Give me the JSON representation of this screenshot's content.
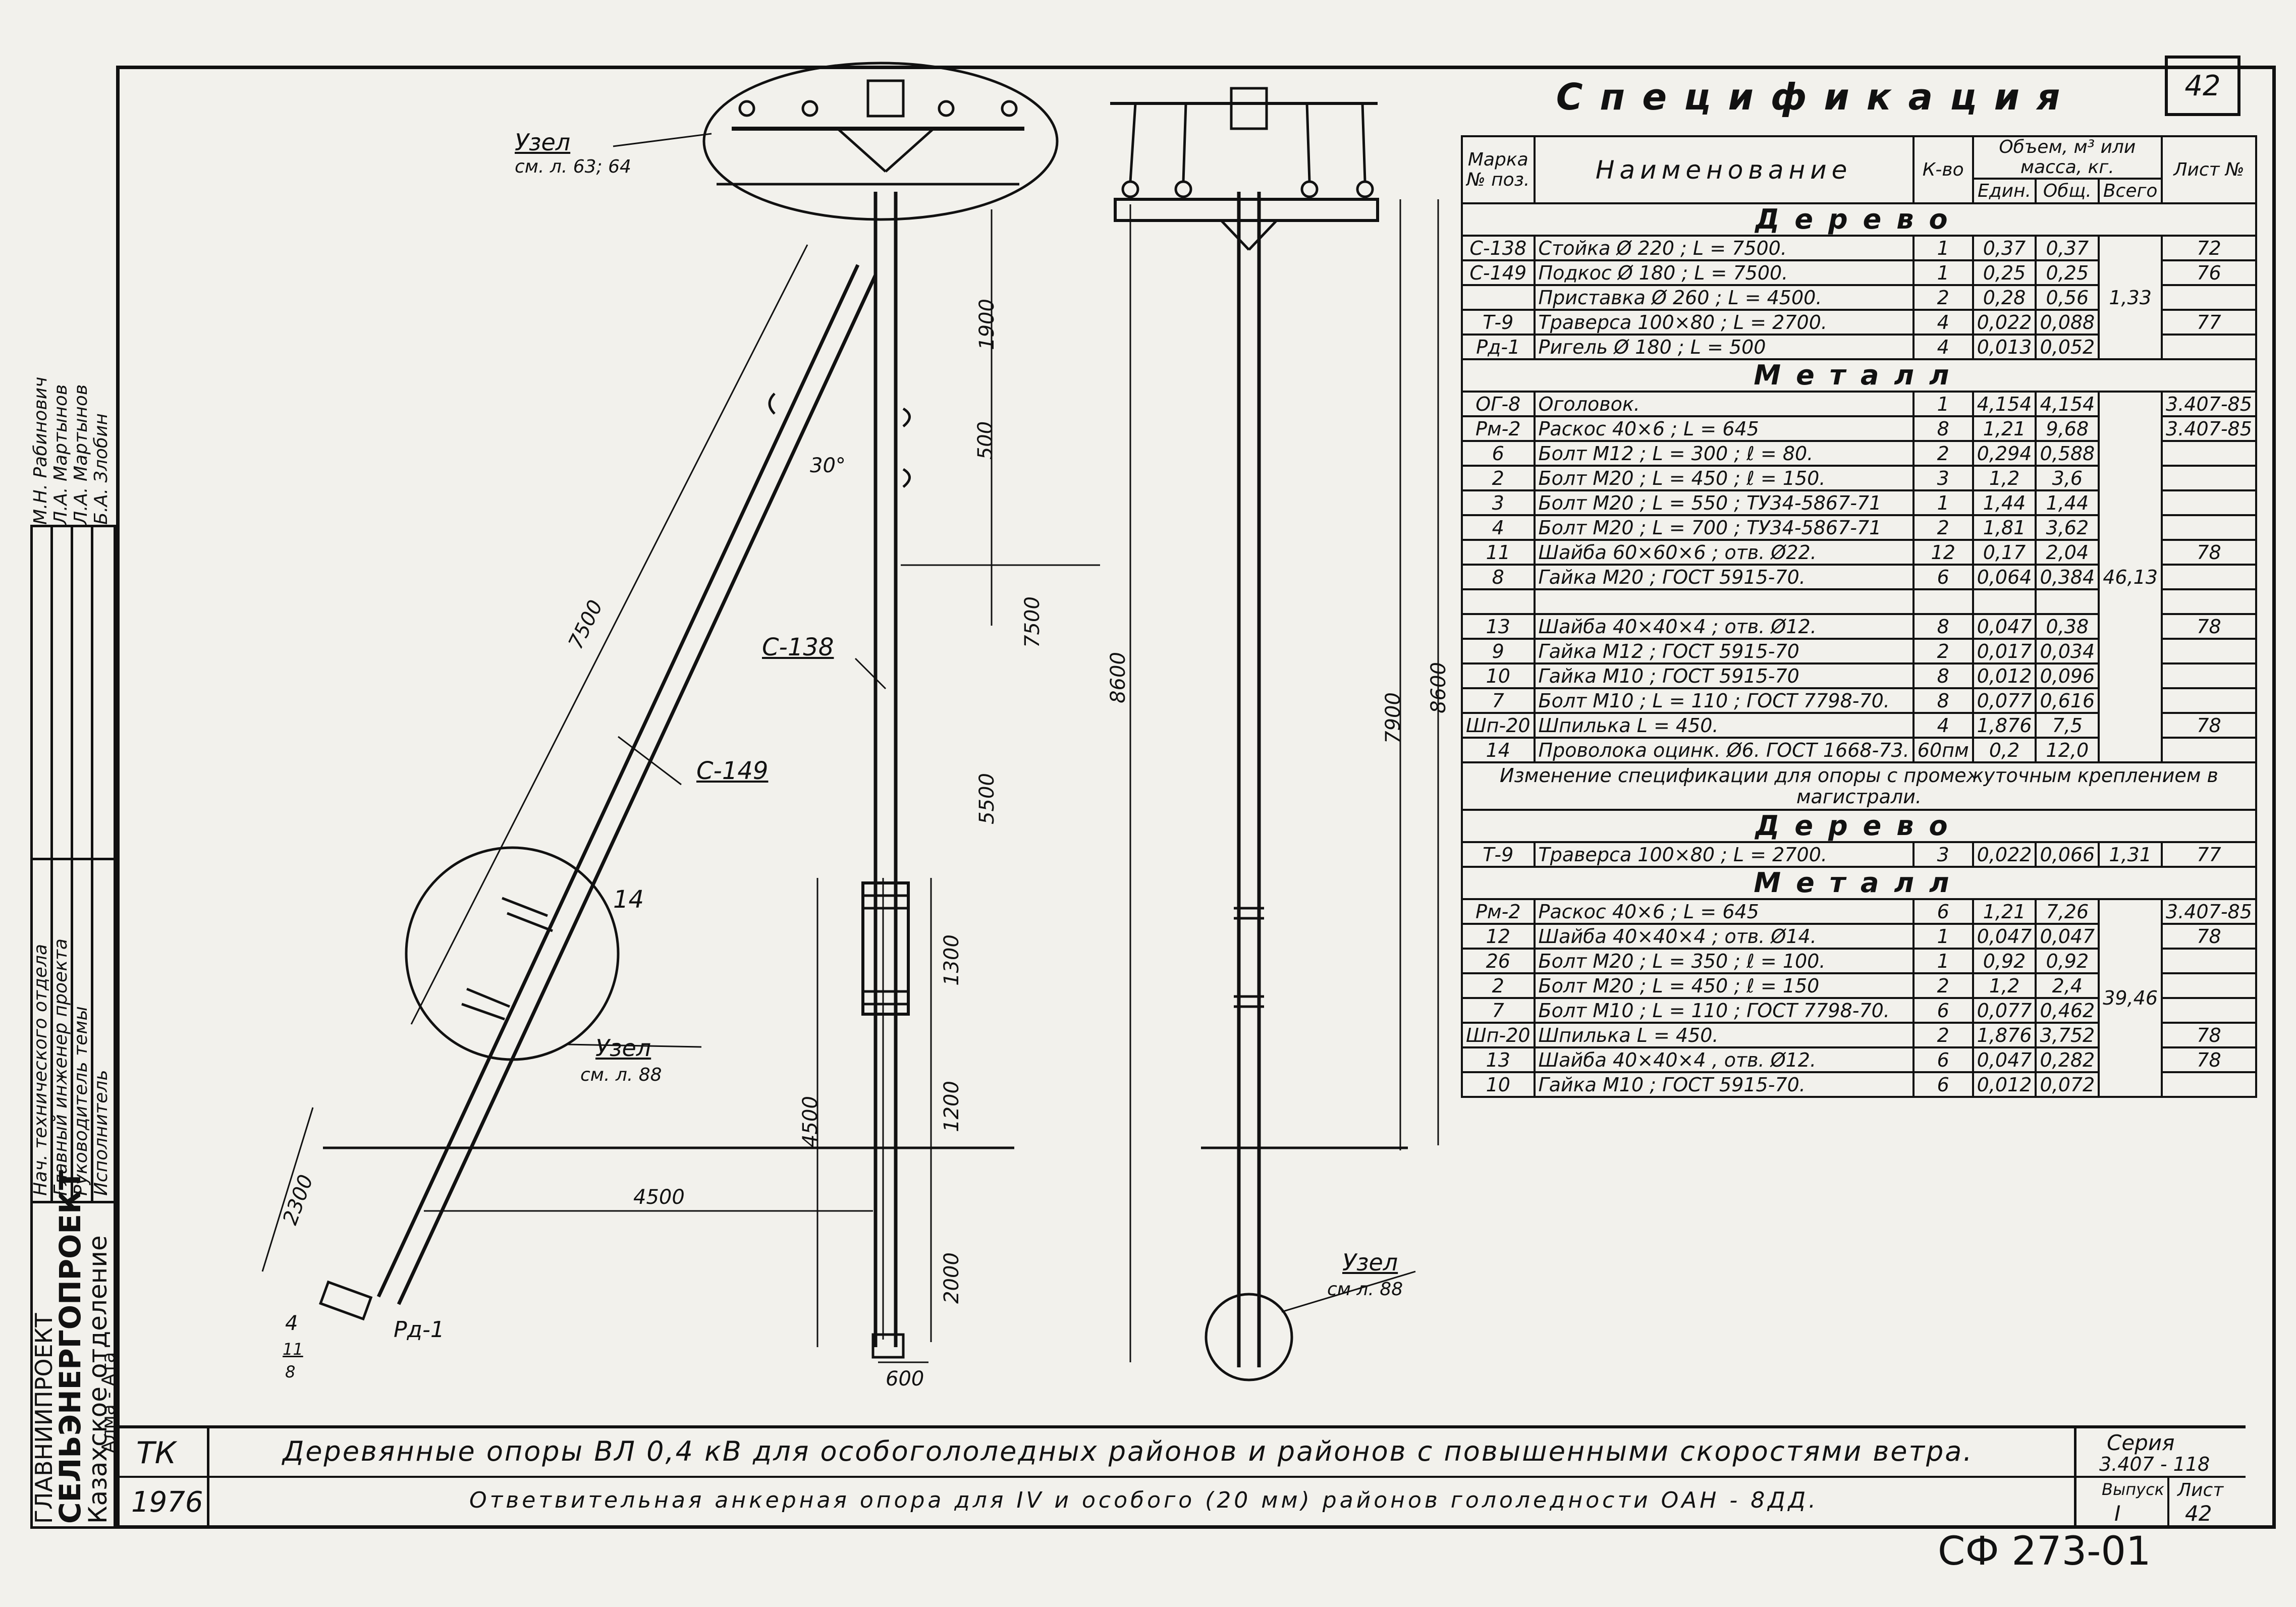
{
  "sheet_number": "42",
  "spec_title": "Спецификация",
  "stamp": {
    "org_line1": "ГЛАВНИИПРОЕКТ",
    "org_line2": "СЕЛЬЭНЕРГОПРОЕКТ",
    "org_line3": "Казахское отделение",
    "org_line4": "Алма - Ата",
    "roles": [
      "Нач. технического отдела",
      "Главный инженер проекта",
      "Руководитель темы",
      "Исполнитель"
    ],
    "names": [
      "М.Н. Рабинович",
      "Л.А. Мартынов",
      "Л.А. Мартынов",
      "Б.А. Злобин"
    ]
  },
  "table_headers": {
    "mark": "Марка № поз.",
    "name": "Наименование",
    "qty": "К-во",
    "volume": "Объем, м³ или масса, кг.",
    "unit": "Един.",
    "total": "Общ.",
    "all": "Всего",
    "sheet": "Лист №"
  },
  "sections": {
    "wood": "Дерево",
    "metal": "Металл",
    "change_note": "Изменение спецификации для опоры с промежуточным креплением в магистрали."
  },
  "wood_rows": [
    {
      "mark": "С-138",
      "name": "Стойка    Ø 220 ;  L = 7500.",
      "qty": "1",
      "unit": "0,37",
      "total": "0,37",
      "sheet": "72"
    },
    {
      "mark": "С-149",
      "name": "Подкос    Ø 180 ;  L = 7500.",
      "qty": "1",
      "unit": "0,25",
      "total": "0,25",
      "sheet": "76"
    },
    {
      "mark": "",
      "name": "Приставка Ø 260 ;  L = 4500.",
      "qty": "2",
      "unit": "0,28",
      "total": "0,56",
      "sheet": ""
    },
    {
      "mark": "Т-9",
      "name": "Траверса   100×80 ;  L = 2700.",
      "qty": "4",
      "unit": "0,022",
      "total": "0,088",
      "sheet": "77"
    },
    {
      "mark": "Рд-1",
      "name": "Ригель    Ø 180 ;  L = 500",
      "qty": "4",
      "unit": "0,013",
      "total": "0,052",
      "sheet": ""
    }
  ],
  "wood_all": "1,33",
  "metal_rows": [
    {
      "mark": "ОГ-8",
      "name": "Оголовок.",
      "qty": "1",
      "unit": "4,154",
      "total": "4,154",
      "sheet": "3.407-85"
    },
    {
      "mark": "Рм-2",
      "name": "Раскос 40×6 ; L = 645",
      "qty": "8",
      "unit": "1,21",
      "total": "9,68",
      "sheet": "3.407-85"
    },
    {
      "mark": "6",
      "name": "Болт М12 ; L = 300 ; ℓ = 80.",
      "qty": "2",
      "unit": "0,294",
      "total": "0,588",
      "sheet": ""
    },
    {
      "mark": "2",
      "name": "Болт М20 ; L = 450 ; ℓ = 150.",
      "qty": "3",
      "unit": "1,2",
      "total": "3,6",
      "sheet": ""
    },
    {
      "mark": "3",
      "name": "Болт М20 ; L = 550 ; ТУ34-5867-71",
      "qty": "1",
      "unit": "1,44",
      "total": "1,44",
      "sheet": ""
    },
    {
      "mark": "4",
      "name": "Болт М20 ; L = 700 ; ТУ34-5867-71",
      "qty": "2",
      "unit": "1,81",
      "total": "3,62",
      "sheet": ""
    },
    {
      "mark": "11",
      "name": "Шайба 60×60×6 ;  отв. Ø22.",
      "qty": "12",
      "unit": "0,17",
      "total": "2,04",
      "sheet": "78"
    },
    {
      "mark": "8",
      "name": "Гайка М20 ; ГОСТ 5915-70.",
      "qty": "6",
      "unit": "0,064",
      "total": "0,384",
      "sheet": ""
    },
    {
      "mark": "",
      "name": "",
      "qty": "",
      "unit": "",
      "total": "",
      "sheet": ""
    },
    {
      "mark": "13",
      "name": "Шайба 40×40×4 ;  отв. Ø12.",
      "qty": "8",
      "unit": "0,047",
      "total": "0,38",
      "sheet": "78"
    },
    {
      "mark": "9",
      "name": "Гайка М12 ; ГОСТ 5915-70",
      "qty": "2",
      "unit": "0,017",
      "total": "0,034",
      "sheet": ""
    },
    {
      "mark": "10",
      "name": "Гайка М10 ; ГОСТ 5915-70",
      "qty": "8",
      "unit": "0,012",
      "total": "0,096",
      "sheet": ""
    },
    {
      "mark": "7",
      "name": "Болт М10 ; L = 110 ; ГОСТ 7798-70.",
      "qty": "8",
      "unit": "0,077",
      "total": "0,616",
      "sheet": ""
    },
    {
      "mark": "Шп-20",
      "name": "Шпилька    L = 450.",
      "qty": "4",
      "unit": "1,876",
      "total": "7,5",
      "sheet": "78"
    },
    {
      "mark": "14",
      "name": "Проволока оцинк. Ø6. ГОСТ 1668-73.",
      "qty": "60пм",
      "unit": "0,2",
      "total": "12,0",
      "sheet": ""
    }
  ],
  "metal_all": "46,13",
  "change_wood_row": {
    "mark": "Т-9",
    "name": "Траверса   100×80 ;  L = 2700.",
    "qty": "3",
    "unit": "0,022",
    "total": "0,066",
    "all": "1,31",
    "sheet": "77"
  },
  "change_metal_rows": [
    {
      "mark": "Рм-2",
      "name": "Раскос  40×6 ;   L = 645",
      "qty": "6",
      "unit": "1,21",
      "total": "7,26",
      "sheet": "3.407-85"
    },
    {
      "mark": "12",
      "name": "Шайба 40×40×4 ; отв. Ø14.",
      "qty": "1",
      "unit": "0,047",
      "total": "0,047",
      "sheet": "78"
    },
    {
      "mark": "26",
      "name": "Болт М20 ; L = 350 ; ℓ = 100.",
      "qty": "1",
      "unit": "0,92",
      "total": "0,92",
      "sheet": ""
    },
    {
      "mark": "2",
      "name": "Болт М20 ; L = 450 ; ℓ = 150",
      "qty": "2",
      "unit": "1,2",
      "total": "2,4",
      "sheet": ""
    },
    {
      "mark": "7",
      "name": "Болт  М10 ; L = 110 ; ГОСТ 7798-70.",
      "qty": "6",
      "unit": "0,077",
      "total": "0,462",
      "sheet": ""
    },
    {
      "mark": "Шп-20",
      "name": "Шпилька    L = 450.",
      "qty": "2",
      "unit": "1,876",
      "total": "3,752",
      "sheet": "78"
    },
    {
      "mark": "13",
      "name": "Шайба  40×40×4 ,   отв. Ø12.",
      "qty": "6",
      "unit": "0,047",
      "total": "0,282",
      "sheet": "78"
    },
    {
      "mark": "10",
      "name": "Гайка М10 ; ГОСТ 5915-70.",
      "qty": "6",
      "unit": "0,012",
      "total": "0,072",
      "sheet": ""
    }
  ],
  "change_metal_all": "39,46",
  "drawing_labels": {
    "node_top": "Узел",
    "node_top_ref": "см. л. 63; 64",
    "node_mid": "Узел",
    "node_mid_ref": "см. л. 88",
    "node_bottom": "Узел",
    "node_bottom_ref": "см л. 88",
    "pole": "С-138",
    "strut": "С-149",
    "crossbar": "Рд-1",
    "angle": "30°",
    "item_14": "14",
    "item_4": "4",
    "frac_num": "11",
    "frac_den": "8"
  },
  "dimensions": {
    "strut_len": "7500",
    "d1900": "1900",
    "d500": "500",
    "d7500": "7500",
    "d5500": "5500",
    "d1300": "1300",
    "d1200": "1200",
    "d4500v": "4500",
    "d2000": "2000",
    "d600": "600",
    "d4500h": "4500",
    "d2300": "2300",
    "d8600a": "8600",
    "d7900": "7900",
    "d8600b": "8600"
  },
  "title_block": {
    "code": "ТК",
    "year": "1976",
    "title_line1": "Деревянные опоры ВЛ 0,4 кВ для особогололедных районов и районов с повышенными скоростями ветра.",
    "title_line2": "Ответвительная анкерная опора для IV и особого (20 мм) районов гололедности ОАН - 8ДД.",
    "series_label": "Серия",
    "series_value": "3.407 - 118",
    "issue_label": "Выпуск",
    "issue_value": "I",
    "sheet_label": "Лист",
    "sheet_value": "42"
  },
  "footer_code": "СФ 273-01"
}
